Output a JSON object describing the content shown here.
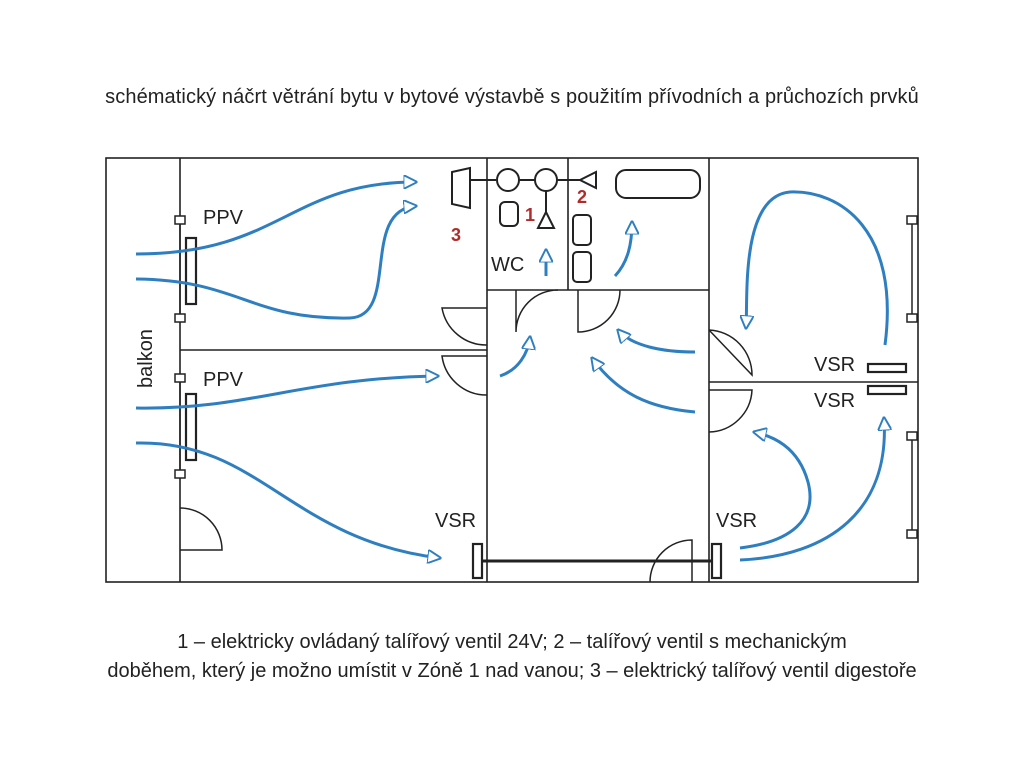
{
  "title": "schématický náčrt větrání bytu v bytové výstavbě s použitím přívodních a průchozích prvků",
  "labels": {
    "ppv_top": "PPV",
    "ppv_bottom": "PPV",
    "balkon": "balkon",
    "wc": "WC",
    "vsr_right_top": "VSR",
    "vsr_right_bottom": "VSR",
    "vsr_hall_left": "VSR",
    "vsr_hall_right": "VSR",
    "num1": "1",
    "num2": "2",
    "num3": "3"
  },
  "caption": {
    "line1": "1 – elektricky ovládaný talířový ventil 24V; 2 – talířový ventil s mechanickým",
    "line2": "doběhem, který je možno umístit v Zóně 1 nad vanou; 3 – elektrický talířový ventil digestoře"
  },
  "colors": {
    "airflow": "#2f7fc0",
    "walls": "#222222",
    "numbers": "#b22b2b"
  }
}
